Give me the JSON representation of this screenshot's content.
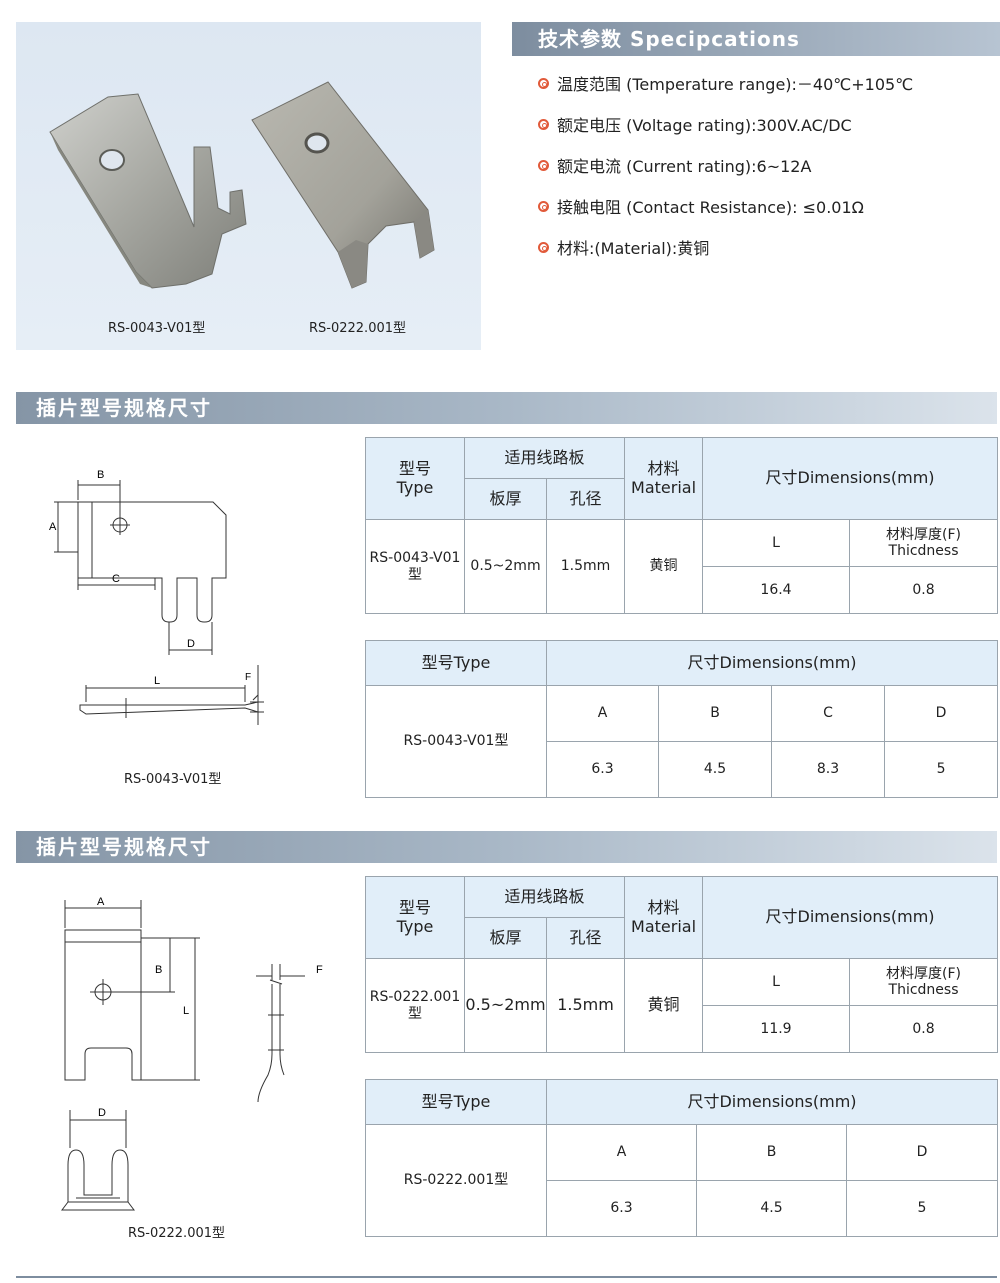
{
  "photo": {
    "caption_left": "RS-0043-V01型",
    "caption_right": "RS-0222.001型"
  },
  "specs": {
    "title": "技术参数 Specipcations",
    "items": [
      "温度范围 (Temperature range):－40℃+105℃",
      "额定电压 (Voltage rating):300V.AC/DC",
      "额定电流 (Current rating):6~12A",
      "接触电阻 (Contact Resistance): ≤0.01Ω",
      "材料:(Material):黄铜"
    ]
  },
  "section1": {
    "title": "插片型号规格尺寸",
    "drawing": {
      "labels": {
        "a": "A",
        "b": "B",
        "c": "C",
        "d": "D",
        "l": "L",
        "f": "F"
      },
      "caption": "RS-0043-V01型"
    },
    "table1": {
      "model_label": "型号",
      "model_label_en": "Type",
      "pcb_label": "适用线路板",
      "thickness_label": "板厚",
      "hole_label": "孔径",
      "material_label": "材料",
      "material_label_en": "Material",
      "dims_label": "尺寸Dimensions(mm)",
      "l_label": "L",
      "thick_label": "材料厚度(F)",
      "thick_label_en": "Thicdness",
      "model": "RS-0043-V01",
      "model_suffix": "型",
      "board": "0.5~2mm",
      "hole": "1.5mm",
      "material": "黄铜",
      "l": "16.4",
      "thick": "0.8"
    },
    "table2": {
      "model_label": "型号Type",
      "dims_label": "尺寸Dimensions(mm)",
      "headers": [
        "A",
        "B",
        "C",
        "D"
      ],
      "model": "RS-0043-V01型",
      "values": [
        "6.3",
        "4.5",
        "8.3",
        "5"
      ]
    }
  },
  "section2": {
    "title": "插片型号规格尺寸",
    "drawing": {
      "labels": {
        "a": "A",
        "b": "B",
        "l": "L",
        "f": "F",
        "d": "D"
      },
      "caption": "RS-0222.001型"
    },
    "table1": {
      "model_label": "型号",
      "model_label_en": "Type",
      "pcb_label": "适用线路板",
      "thickness_label": "板厚",
      "hole_label": "孔径",
      "material_label": "材料",
      "material_label_en": "Material",
      "dims_label": "尺寸Dimensions(mm)",
      "l_label": "L",
      "thick_label": "材料厚度(F)",
      "thick_label_en": "Thicdness",
      "model": "RS-0222.001",
      "model_suffix": "型",
      "board": "0.5~2mm",
      "hole": "1.5mm",
      "material": "黄铜",
      "l": "11.9",
      "thick": "0.8"
    },
    "table2": {
      "model_label": "型号Type",
      "dims_label": "尺寸Dimensions(mm)",
      "headers": [
        "A",
        "B",
        "D"
      ],
      "model": "RS-0222.001型",
      "values": [
        "6.3",
        "4.5",
        "5"
      ]
    }
  }
}
